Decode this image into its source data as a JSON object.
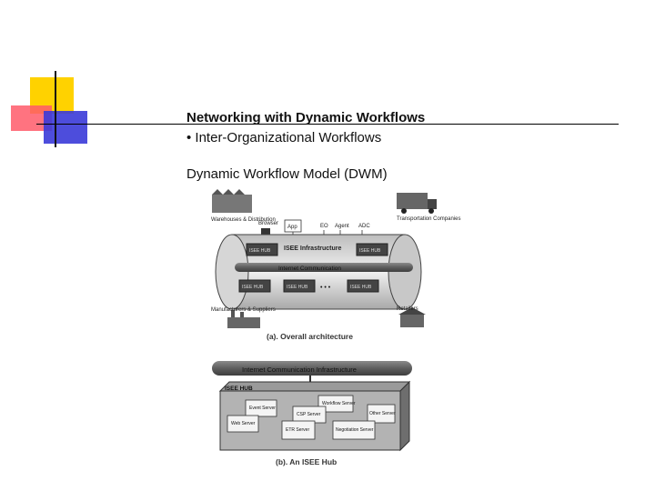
{
  "slide": {
    "title": "Networking with Dynamic Workflows",
    "bullet": "• Inter-Organizational Workflows",
    "model_heading": "Dynamic Workflow Model (DWM)"
  },
  "diagram_a": {
    "top_labels": [
      "Warehouses & Distribution",
      "Browser",
      "App",
      "EO",
      "Agent",
      "ADC",
      "Transportation Companies"
    ],
    "infrastructure": "ISEE Infrastructure",
    "comm": "Internet Communication",
    "hub_upper": [
      "ISEE HUB",
      "ISEE HUB"
    ],
    "hub_lower": [
      "ISEE HUB",
      "ISEE HUB",
      "ISEE HUB"
    ],
    "ellipsis": "• • •",
    "bottom_labels": [
      "Manufacturers & Suppliers",
      "Retailers"
    ],
    "caption": "(a). Overall architecture"
  },
  "diagram_b": {
    "comm": "Internet Communication  Infrastructure",
    "hub": "ISEE HUB",
    "servers": {
      "event": "Event Server",
      "workflow": "Workflow Server",
      "csp": "CSP Server",
      "other": "Other Server",
      "web": "Web Server",
      "etr": "ETR Server",
      "negotiation": "Negotiation Server"
    },
    "caption": "(b). An ISEE Hub"
  }
}
